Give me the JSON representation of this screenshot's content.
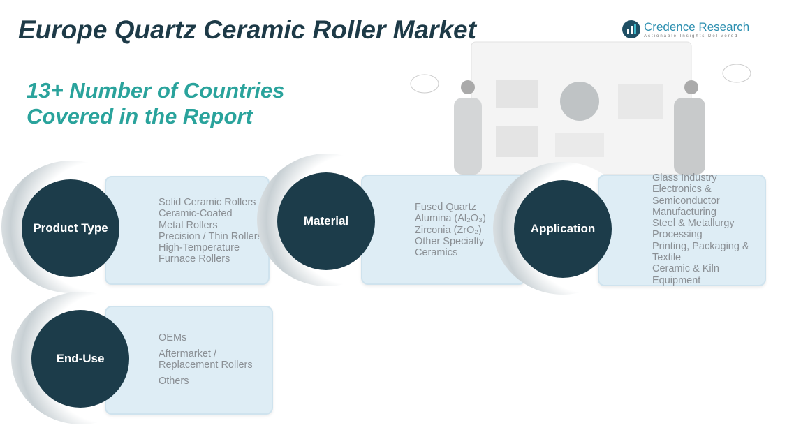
{
  "title": "Europe Quartz Ceramic Roller Market",
  "subtitle_line1": "13+ Number of Countries",
  "subtitle_line2": "Covered in the Report",
  "logo": {
    "name": "Credence Research",
    "tagline": "Actionable Insights Delivered"
  },
  "segments": [
    {
      "label": "Product Type",
      "items": [
        "Solid Ceramic Rollers",
        "Ceramic-Coated",
        "Metal Rollers",
        "Precision / Thin Rollers",
        "High-Temperature",
        "Furnace Rollers"
      ]
    },
    {
      "label": "Material",
      "items": [
        "Fused Quartz",
        "Alumina (Al₂O₃)",
        "Zirconia (ZrO₂)",
        "Other Specialty",
        "Ceramics"
      ]
    },
    {
      "label": "Application",
      "items": [
        "Glass Industry",
        "Electronics &",
        "Semiconductor",
        "Manufacturing",
        "Steel & Metallurgy",
        "Processing",
        "Printing, Packaging &",
        "Textile",
        "Ceramic & Kiln",
        "Equipment"
      ]
    },
    {
      "label": "End-Use",
      "items": [
        "OEMs",
        "Aftermarket /",
        "Replacement Rollers",
        "Others"
      ]
    }
  ],
  "colors": {
    "circle": "#1c3c4a",
    "title": "#1d3a47",
    "subtitle": "#2aa39c",
    "box": "#deedf5"
  }
}
